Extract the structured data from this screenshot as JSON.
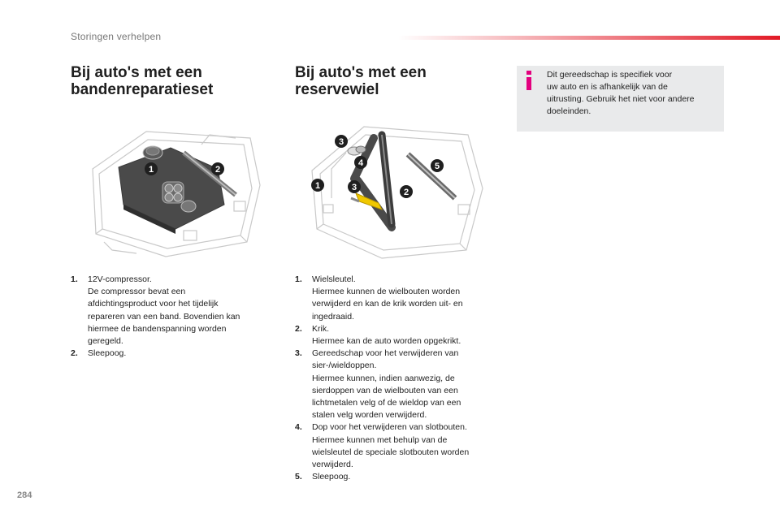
{
  "header": {
    "section": "Storingen verhelpen"
  },
  "page_number": "284",
  "colors": {
    "accent_red": "#e21a26",
    "info_magenta": "#e3007e",
    "info_bg": "#e9eaeb"
  },
  "left_section": {
    "title_lines": [
      "Bij auto's met een",
      "bandenreparatieset"
    ],
    "callouts": [
      "1",
      "2"
    ],
    "items": [
      {
        "num": "1.",
        "lines": [
          "12V-compressor.",
          "De compressor bevat een",
          "afdichtingsproduct voor het tijdelijk",
          "repareren van een band. Bovendien kan",
          "hiermee de bandenspanning worden",
          "geregeld."
        ]
      },
      {
        "num": "2.",
        "lines": [
          "Sleepoog."
        ]
      }
    ]
  },
  "middle_section": {
    "title_lines": [
      "Bij auto's met een",
      "reservewiel"
    ],
    "callouts": [
      "1",
      "2",
      "3",
      "3",
      "4",
      "5"
    ],
    "items": [
      {
        "num": "1.",
        "lines": [
          "Wielsleutel.",
          "Hiermee kunnen de wielbouten worden",
          "verwijderd en kan de krik worden uit- en",
          "ingedraaid."
        ]
      },
      {
        "num": "2.",
        "lines": [
          "Krik.",
          "Hiermee kan de auto worden opgekrikt."
        ]
      },
      {
        "num": "3.",
        "lines": [
          "Gereedschap voor het verwijderen van",
          "sier-/wieldoppen.",
          "Hiermee kunnen, indien aanwezig, de",
          "sierdoppen van de wielbouten van een",
          "lichtmetalen velg of de wieldop van een",
          "stalen velg worden verwijderd."
        ]
      },
      {
        "num": "4.",
        "lines": [
          "Dop voor het verwijderen van slotbouten.",
          "Hiermee kunnen met behulp van de",
          "wielsleutel de speciale slotbouten worden",
          "verwijderd."
        ]
      },
      {
        "num": "5.",
        "lines": [
          "Sleepoog."
        ]
      }
    ]
  },
  "info": {
    "icon": "info-icon",
    "lines": [
      "Dit gereedschap is specifiek voor",
      "uw auto en is afhankelijk van de",
      "uitrusting. Gebruik het niet voor andere",
      "doeleinden."
    ]
  }
}
